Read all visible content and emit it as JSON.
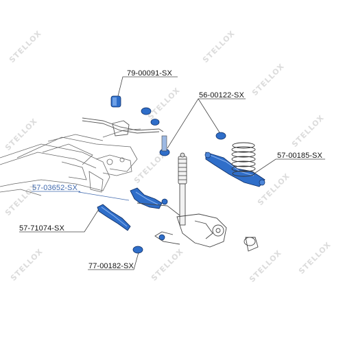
{
  "watermark": {
    "text": "STELLOX",
    "color": "#d9d9d9"
  },
  "colors": {
    "line": "#444444",
    "part": "#2f6ec9",
    "highlight": "#3f68ad"
  },
  "labels": [
    {
      "id": "p1",
      "text": "79-00091-SX",
      "highlight": false
    },
    {
      "id": "p2",
      "text": "56-00122-SX",
      "highlight": false
    },
    {
      "id": "p3",
      "text": "57-00185-SX",
      "highlight": false
    },
    {
      "id": "p4",
      "text": "57-03652-SX",
      "highlight": true
    },
    {
      "id": "p5",
      "text": "57-71074-SX",
      "highlight": false
    },
    {
      "id": "p6",
      "text": "77-00182-SX",
      "highlight": false
    }
  ]
}
